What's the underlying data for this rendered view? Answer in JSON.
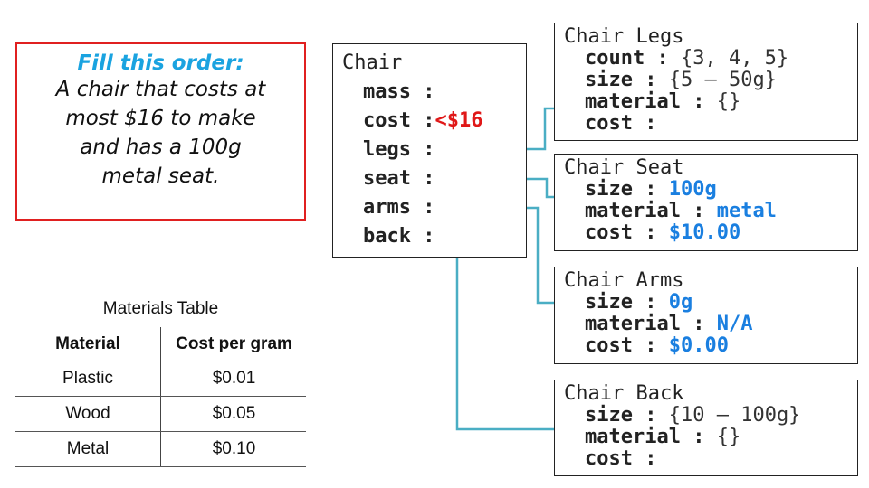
{
  "order": {
    "title": "Fill this order:",
    "lines": [
      "A chair that costs at",
      "most $16 to make",
      "and has a 100g",
      "metal seat."
    ]
  },
  "materials": {
    "title": "Materials Table",
    "headers": [
      "Material",
      "Cost per gram"
    ],
    "rows": [
      [
        "Plastic",
        "$0.01"
      ],
      [
        "Wood",
        "$0.05"
      ],
      [
        "Metal",
        "$0.10"
      ]
    ]
  },
  "chair": {
    "title": "Chair",
    "fields": [
      {
        "key": "mass :",
        "value": ""
      },
      {
        "key": "cost :",
        "value": "<$16"
      },
      {
        "key": "legs :",
        "value": ""
      },
      {
        "key": "seat :",
        "value": ""
      },
      {
        "key": "arms :",
        "value": ""
      },
      {
        "key": "back :",
        "value": ""
      }
    ]
  },
  "legs": {
    "title": "Chair Legs",
    "fields": [
      {
        "key": "count :",
        "value": "{3, 4, 5}"
      },
      {
        "key": "size :",
        "value": "{5 – 50g}"
      },
      {
        "key": "material :",
        "value": "{}"
      },
      {
        "key": "cost :",
        "value": ""
      }
    ]
  },
  "seat": {
    "title": "Chair Seat",
    "fields": [
      {
        "key": "size :",
        "value": "100g"
      },
      {
        "key": "material :",
        "value": "metal"
      },
      {
        "key": "cost :",
        "value": "$10.00"
      }
    ]
  },
  "arms": {
    "title": "Chair Arms",
    "fields": [
      {
        "key": "size :",
        "value": "0g"
      },
      {
        "key": "material :",
        "value": "N/A"
      },
      {
        "key": "cost :",
        "value": "$0.00"
      }
    ]
  },
  "back": {
    "title": "Chair Back",
    "fields": [
      {
        "key": "size :",
        "value": "{10 – 100g}"
      },
      {
        "key": "material :",
        "value": "{}"
      },
      {
        "key": "cost :",
        "value": ""
      }
    ]
  },
  "colors": {
    "connector": "#4aaec4",
    "highlight_blue": "#1a7fe0",
    "highlight_red": "#e01818",
    "order_border": "#e02020",
    "order_title": "#1aa3e0"
  }
}
